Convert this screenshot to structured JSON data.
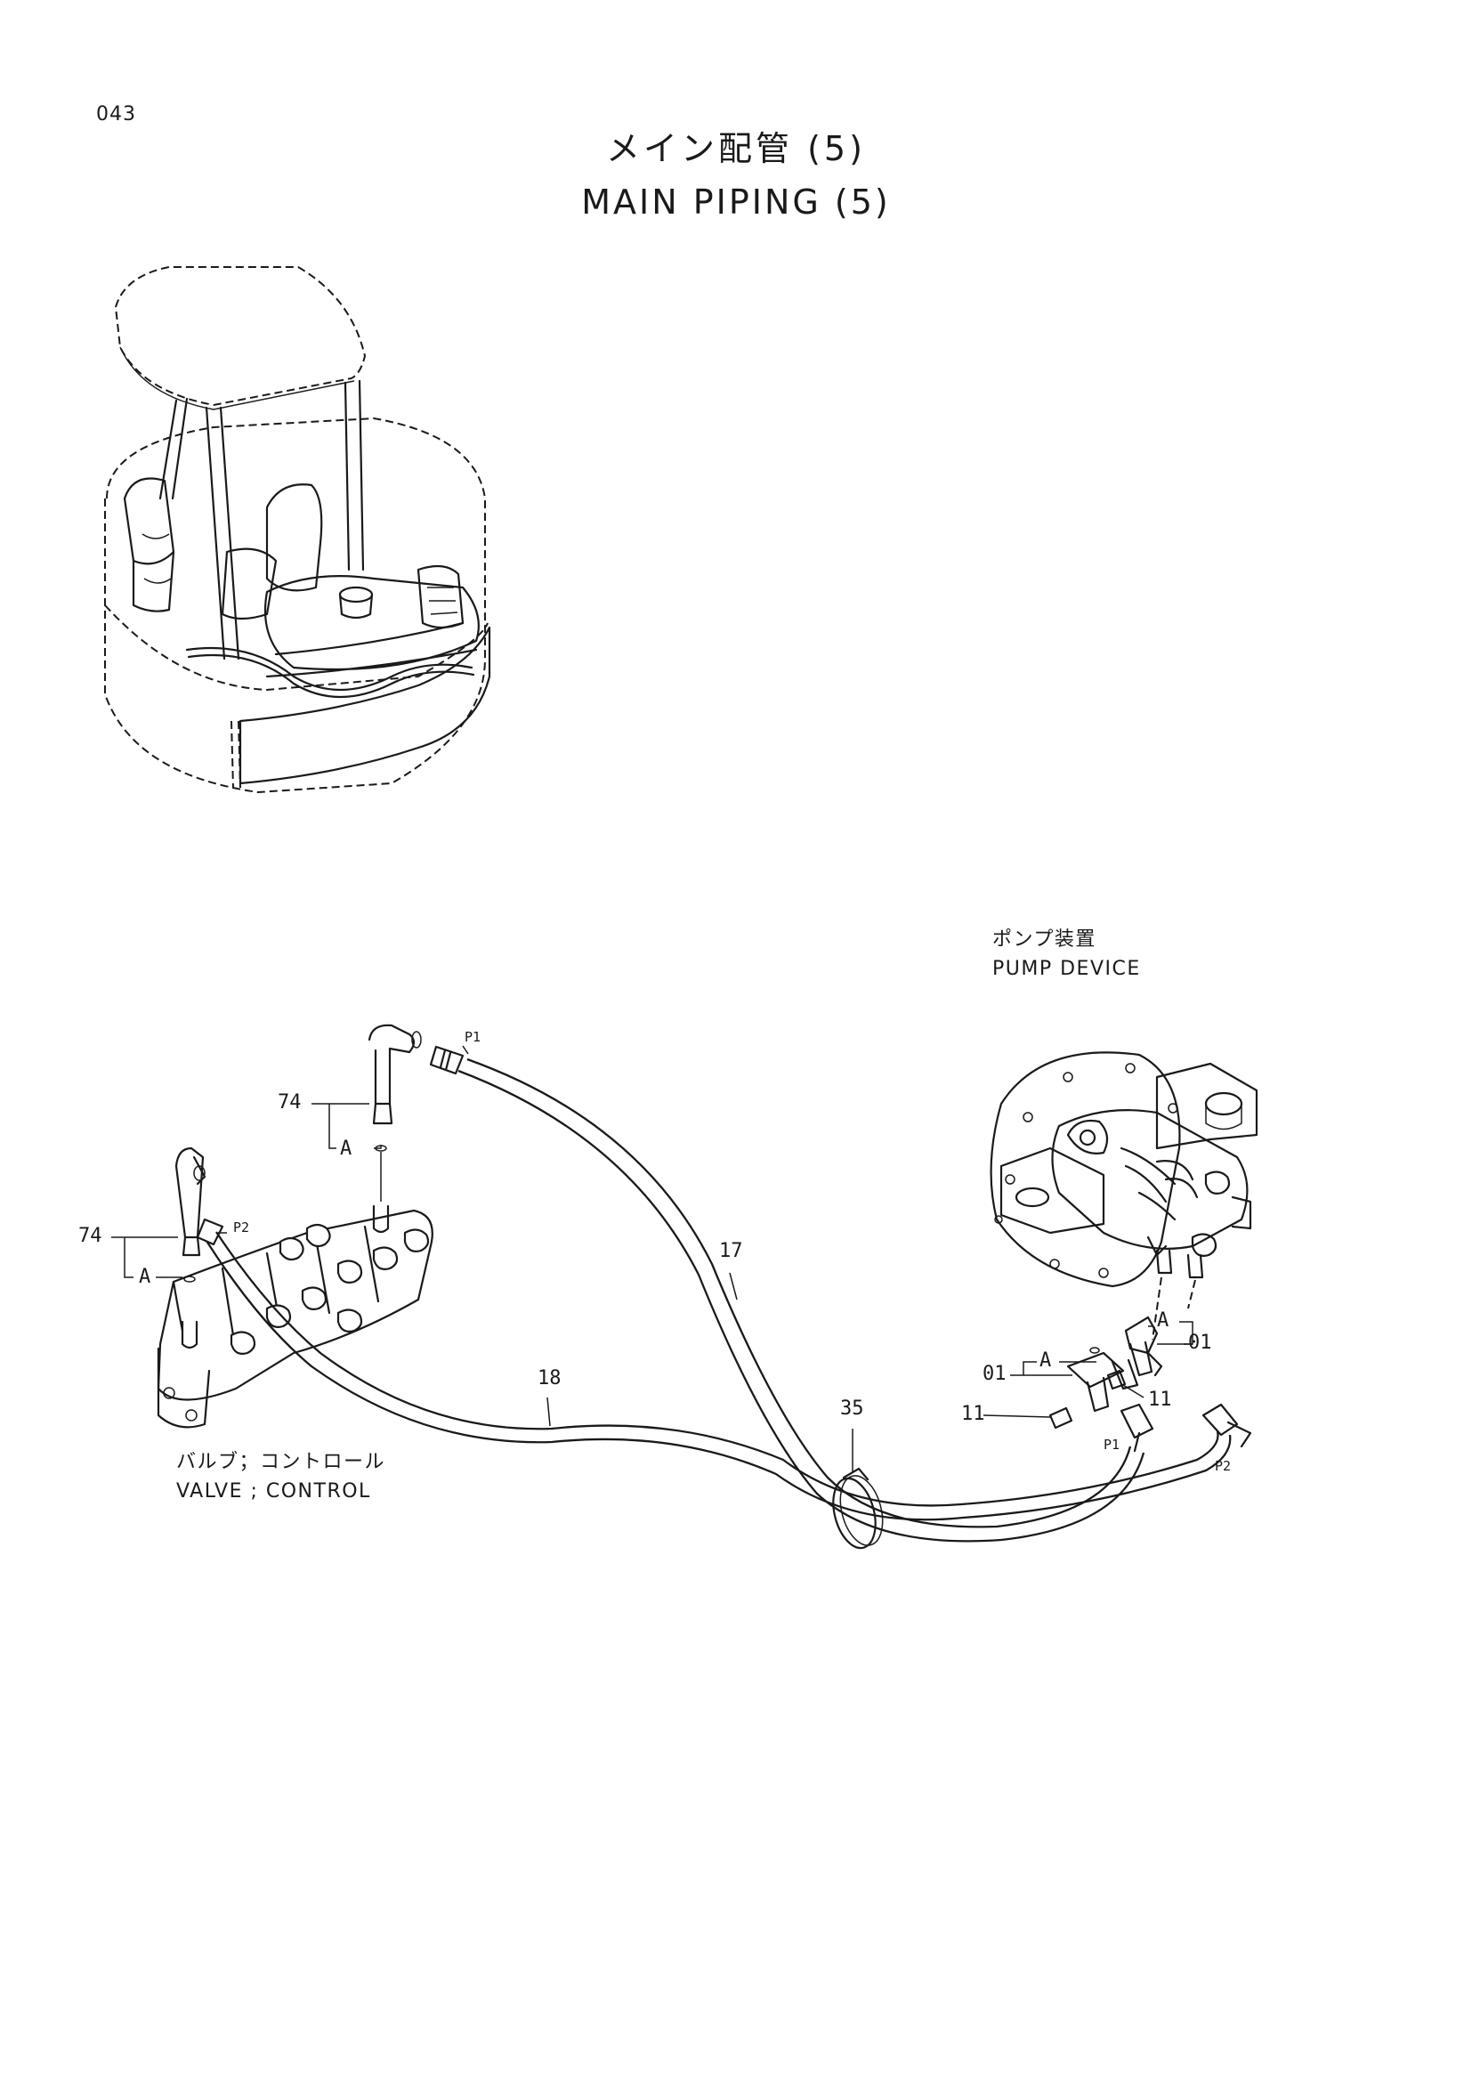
{
  "page_number": "043",
  "title": {
    "japanese": "メイン配管 (5)",
    "english": "MAIN PIPING (5)"
  },
  "components": {
    "pump_device": {
      "japanese": "ポンプ装置",
      "english": "PUMP DEVICE"
    },
    "control_valve": {
      "japanese": "バルブ；コントロール",
      "english": "VALVE ; CONTROL"
    }
  },
  "callouts": {
    "hose_17": "17",
    "hose_18": "18",
    "clamp_35": "35",
    "fitting_74_upper": "74",
    "fitting_74_lower": "74",
    "adapter_01_left": "01",
    "adapter_01_right": "01",
    "plug_11_left": "11",
    "plug_11_right": "11",
    "view_a_1": "A",
    "view_a_2": "A",
    "view_a_3": "A",
    "view_a_4": "A"
  },
  "ports": {
    "p1_valve": "P1",
    "p2_valve": "P2",
    "p1_pump": "P1",
    "p2_pump": "P2"
  }
}
